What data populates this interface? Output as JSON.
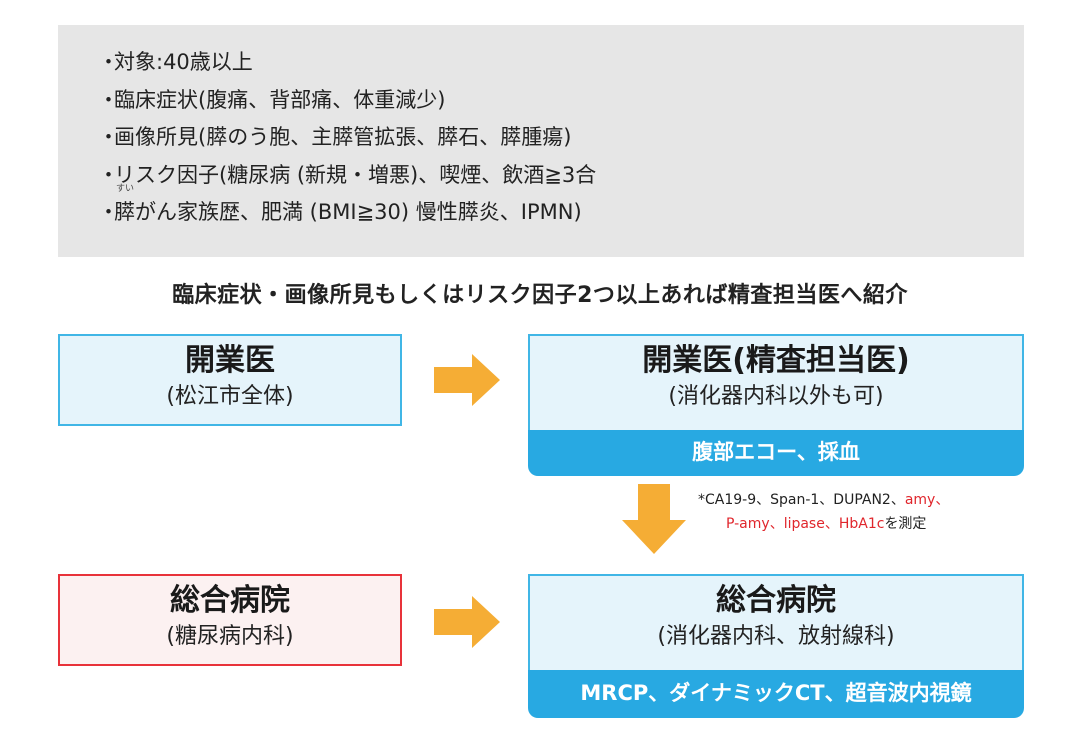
{
  "criteria": {
    "bullet": "・",
    "items": [
      "対象:40歳以上",
      "臨床症状(腹痛、背部痛、体重減少)",
      "画像所見(膵のう胞、主膵管拡張、膵石、膵腫瘍)",
      "リスク因子(糖尿病 (新規・増悪)、喫煙、飲酒≧3合"
    ],
    "last_item": {
      "ruby_base": "膵",
      "ruby_text": "すい",
      "rest": "がん家族歴、肥満 (BMI≧30) 慢性膵炎、IPMN)"
    }
  },
  "referral_note": "臨床症状・画像所見もしくはリスク因子2つ以上あれば精査担当医へ紹介",
  "flow": {
    "gp": {
      "title": "開業医",
      "subtitle": "(松江市全体)"
    },
    "specialist": {
      "title": "開業医(精査担当医)",
      "subtitle": "(消化器内科以外も可)",
      "exams": "腹部エコー、採血"
    },
    "hospital_left": {
      "title": "総合病院",
      "subtitle": "(糖尿病内科)"
    },
    "hospital_right": {
      "title": "総合病院",
      "subtitle": "(消化器内科、放射線科)",
      "exams": "MRCP、ダイナミックCT、超音波内視鏡"
    }
  },
  "markers_note": {
    "line1_black": "*CA19-9、Span-1、DUPAN2、",
    "line1_red": "amy、",
    "line2_red": "P-amy、lipase、HbA1c",
    "line2_black": "を測定"
  },
  "colors": {
    "blue_border": "#40b6e6",
    "blue_fill": "#e5f4fb",
    "exam_bar": "#28a9e2",
    "red_border": "#e8323a",
    "arrow": "#f5ad35",
    "red_text": "#e0262c",
    "criteria_bg": "#e6e6e6"
  }
}
